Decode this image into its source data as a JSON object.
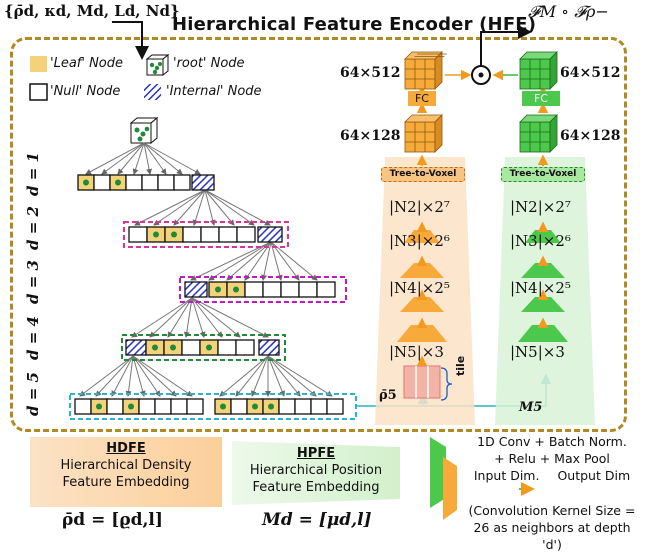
{
  "header": {
    "inputs_label": "{ρ̄d, κd, Md, Ld, Nd}",
    "title": "Hierarchical Feature Encoder (HFE)",
    "output_label": "𝓕M ∘ 𝓕ρ−"
  },
  "legend": {
    "leaf": "'Leaf' Node",
    "root": "'root' Node",
    "null": "'Null' Node",
    "internal": "'Internal' Node"
  },
  "depths": [
    "d = 1",
    "d = 2",
    "d = 3",
    "d = 4",
    "d = 5"
  ],
  "left_branch": {
    "top_size": "64×512",
    "fc": "FC",
    "mid_size": "64×128",
    "t2v": "Tree-to-Voxel",
    "layers": [
      "|N2|×2⁷",
      "|N3|×2⁶",
      "|N4|×2⁵",
      "|N5|×3"
    ],
    "tile": "tile",
    "rho_label": "ρ̄5"
  },
  "right_branch": {
    "top_size": "64×512",
    "fc": "FC",
    "mid_size": "64×128",
    "t2v": "Tree-to-Voxel",
    "layers": [
      "|N2|×2⁷",
      "|N3|×2⁶",
      "|N4|×2⁵",
      "|N5|×3"
    ],
    "m_label": "M5"
  },
  "hdfe": {
    "abbr": "HDFE",
    "line1": "Hierarchical Density",
    "line2": "Feature Embedding",
    "formula": "ρ̄d = [ϱd,l]"
  },
  "hpfe": {
    "abbr": "HPFE",
    "line1": "Hierarchical Position",
    "line2": "Feature Embedding",
    "formula": "Md = [μd,l]"
  },
  "notes": {
    "line1": "1D Conv + Batch Norm.",
    "line2": "+ Relu + Max Pool",
    "line3a": "Input Dim.",
    "line3b": "Output Dim",
    "line4": "(Convolution Kernel Size =",
    "line5": "26 as neighbors at depth 'd')"
  },
  "colors": {
    "frame": "#b08a20",
    "leaf": "#f3d27a",
    "dot": "#1e8a3a",
    "internal": "#2633c4",
    "orange": "#f7a93a",
    "orange_panel": "#fbe2c6",
    "green": "#4cc94c",
    "green_panel": "#d9f2d6",
    "cyan": "#26b5c9",
    "pink": "#f3b3a6"
  }
}
